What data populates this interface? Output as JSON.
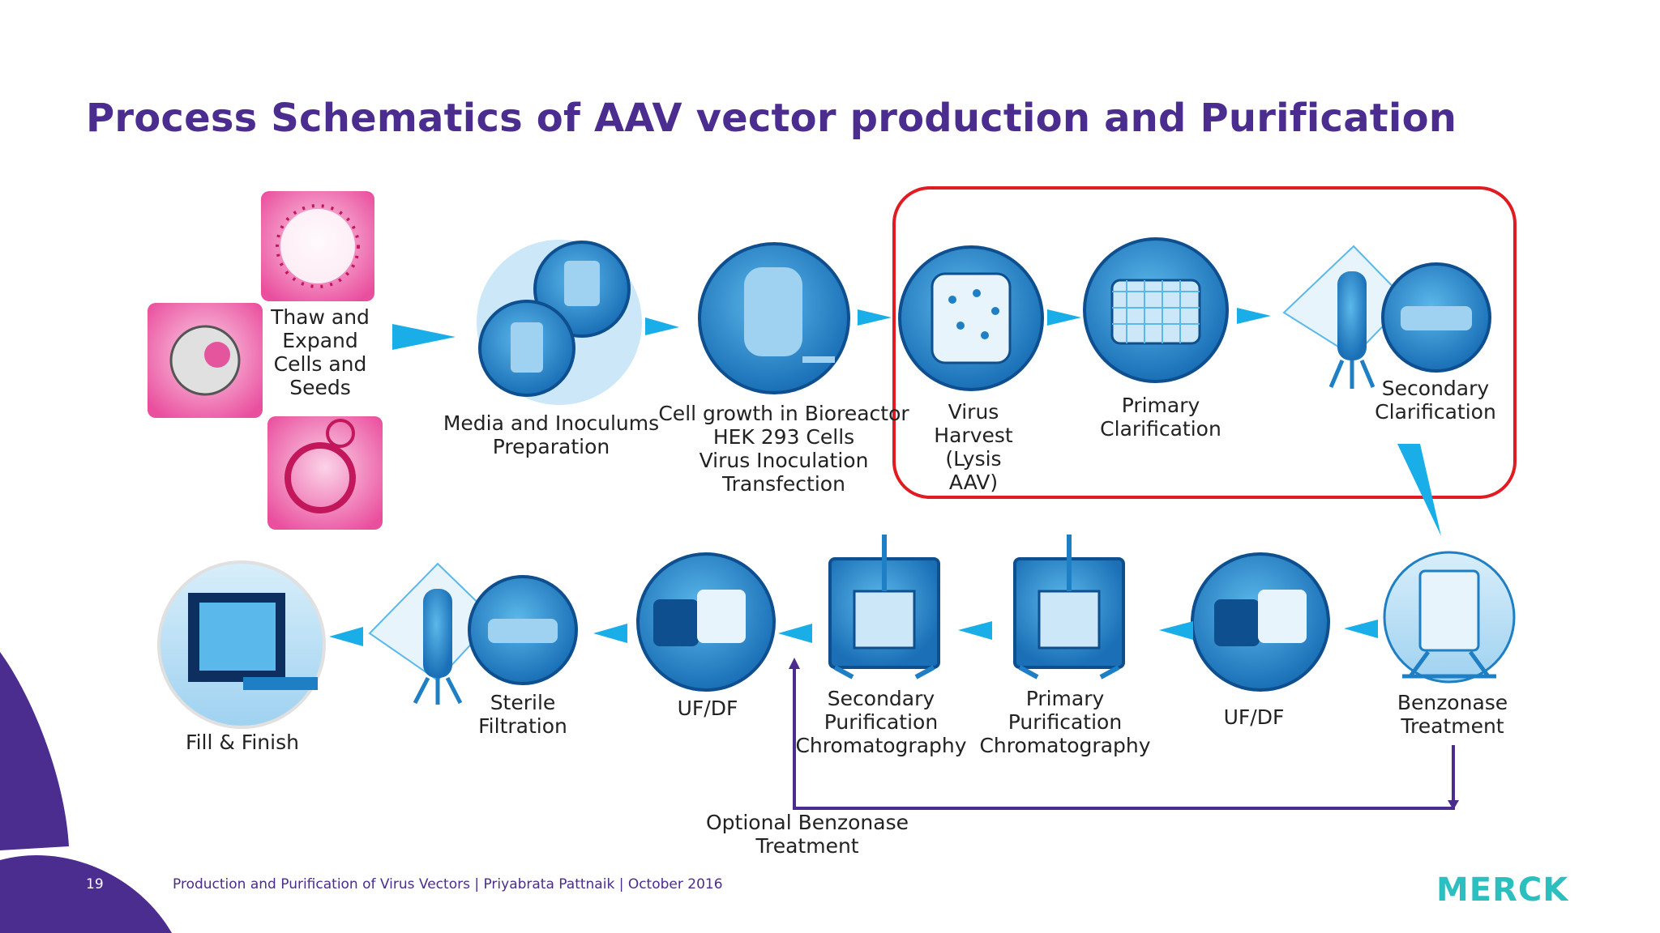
{
  "title": "Process Schematics of AAV vector production and Purification",
  "steps": {
    "thaw": "Thaw and\nExpand\nCells and\nSeeds",
    "media": "Media and Inoculums\nPreparation",
    "cell_growth": "Cell growth in Bioreactor\nHEK 293 Cells\nVirus Inoculation\nTransfection",
    "harvest": "Virus\nHarvest\n(Lysis\nAAV)",
    "primary_clarification": "Primary\nClarification",
    "secondary_clarification": "Secondary\nClarification",
    "benzonase": "Benzonase\nTreatment",
    "ufdf_1": "UF/DF",
    "primary_purification": "Primary\nPurification\nChromatography",
    "secondary_purification": "Secondary\nPurification\nChromatography",
    "ufdf_2": "UF/DF",
    "sterile_filtration": "Sterile\nFiltration",
    "fill_finish": "Fill & Finish",
    "optional_benzonase": "Optional Benzonase\nTreatment"
  },
  "footer": {
    "page_number": "19",
    "text": "Production and Purification of Virus Vectors | Priyabrata Pattnaik | October 2016",
    "logo": "MERCK"
  },
  "colors": {
    "title": "#4b2c8f",
    "icon_blue": "#1f7fc4",
    "arrow_blue": "#19aee8",
    "highlight_red": "#e01b22",
    "pink": "#ef5fa9",
    "logo": "#2bbfc0"
  }
}
